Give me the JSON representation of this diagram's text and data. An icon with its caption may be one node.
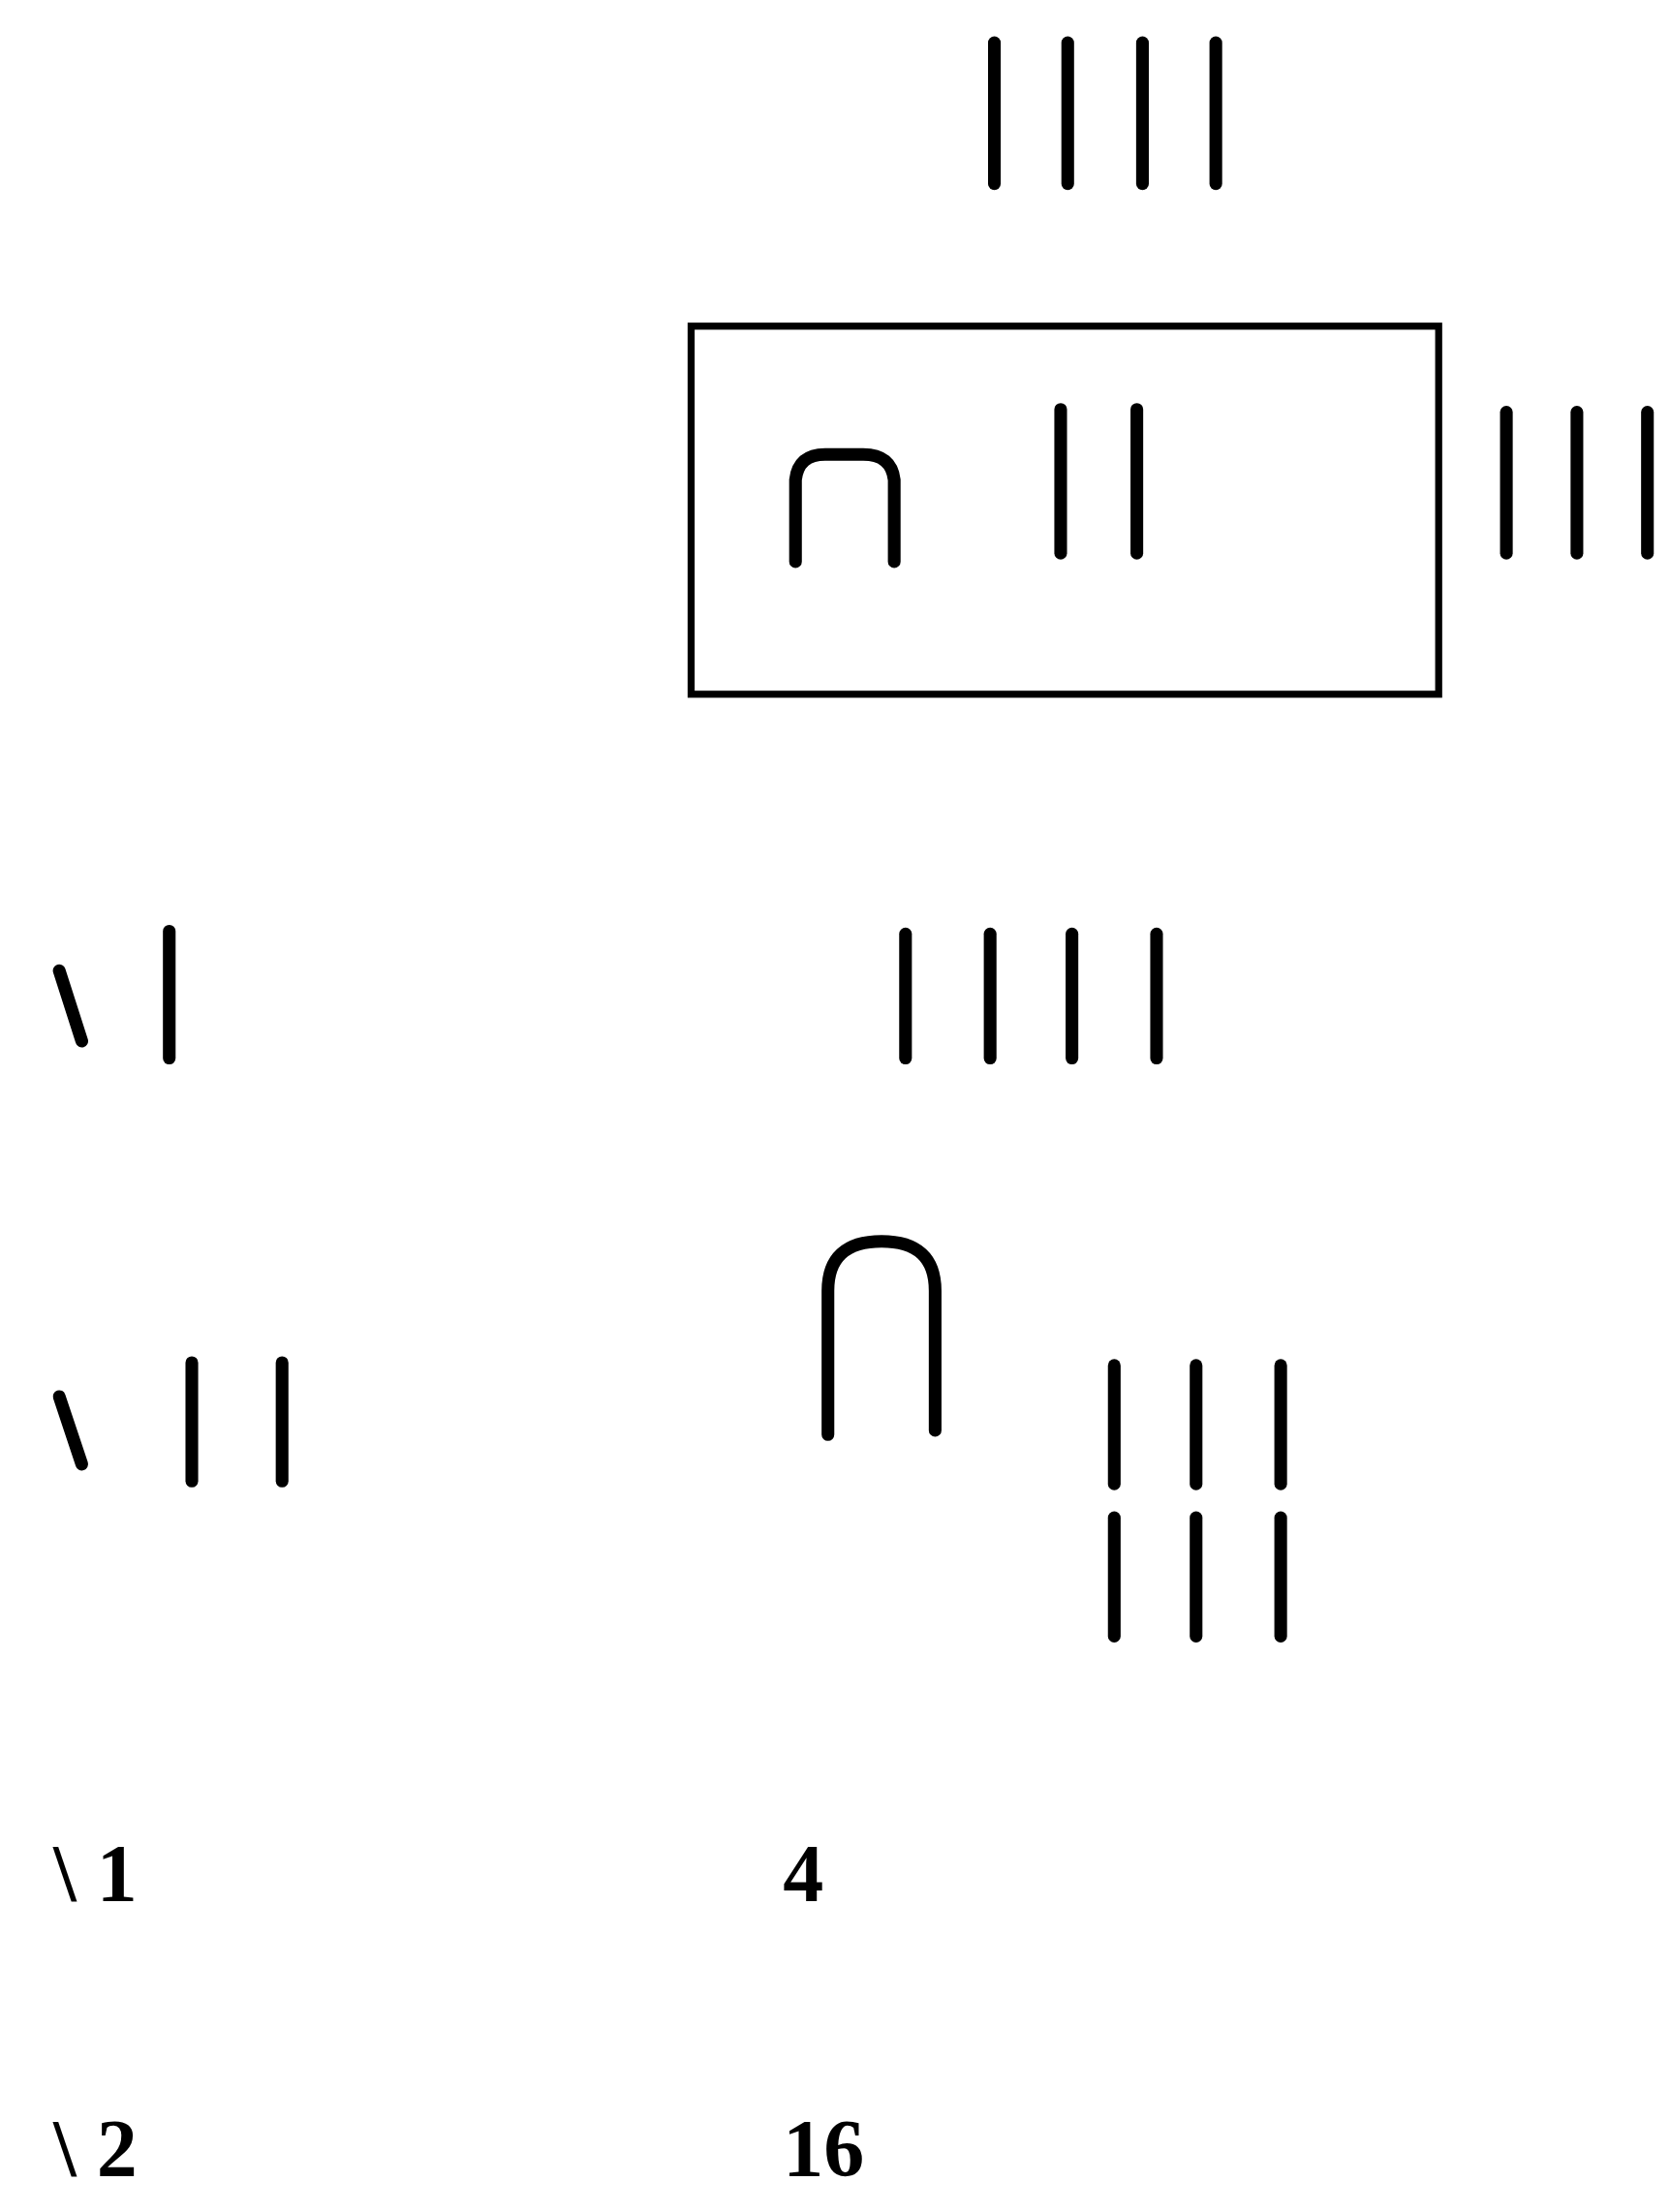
{
  "diagram": {
    "labels": [
      "\\ 1",
      "4",
      "\\ 2",
      "16"
    ]
  }
}
